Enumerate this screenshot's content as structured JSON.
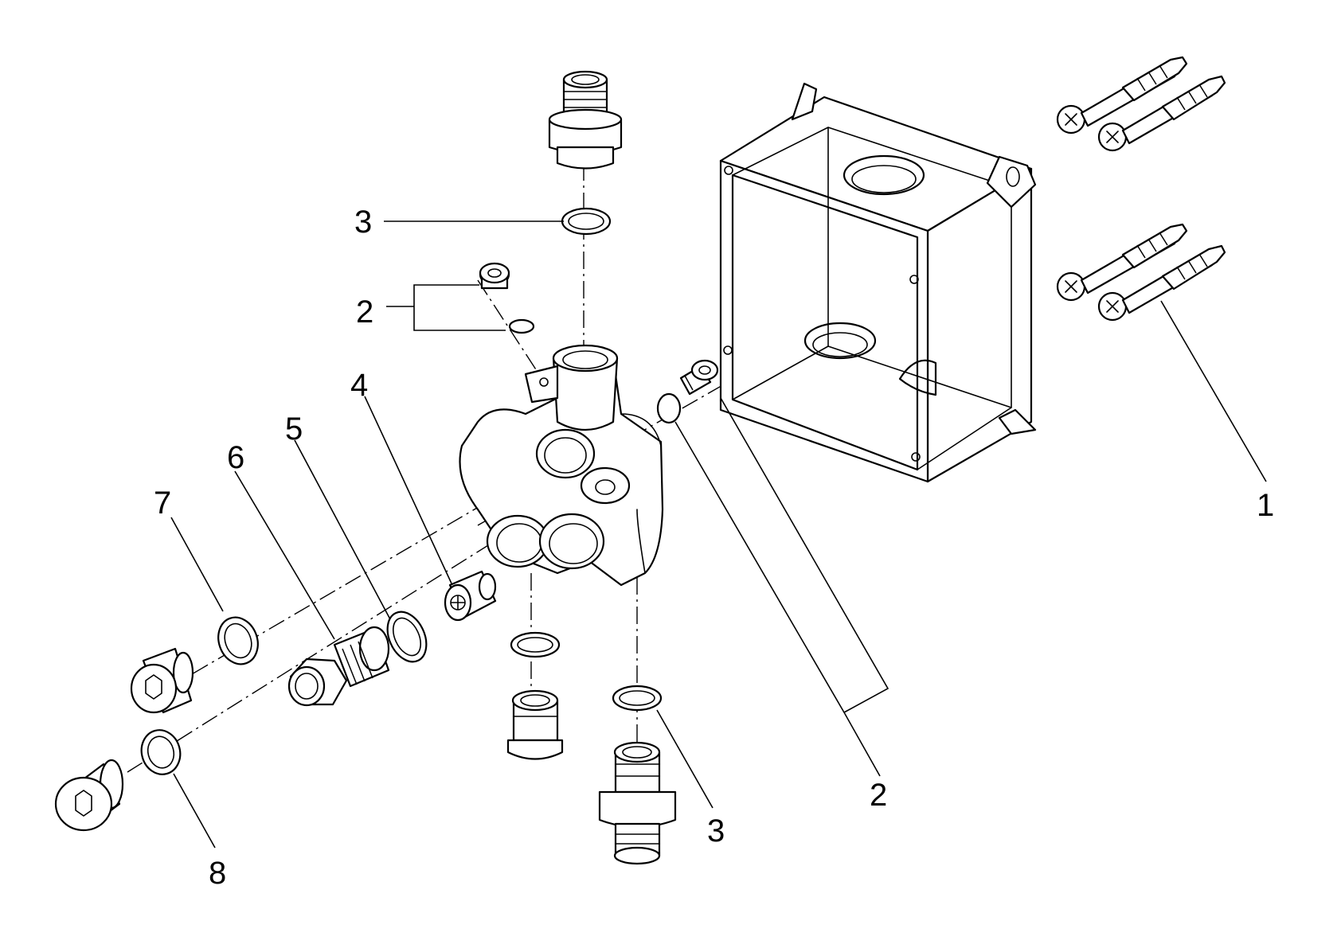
{
  "callouts": [
    {
      "id": "c1",
      "label": "1"
    },
    {
      "id": "c2-top",
      "label": "2"
    },
    {
      "id": "c2-bottom",
      "label": "2"
    },
    {
      "id": "c3-top",
      "label": "3"
    },
    {
      "id": "c3-bottom",
      "label": "3"
    },
    {
      "id": "c4",
      "label": "4"
    },
    {
      "id": "c5",
      "label": "5"
    },
    {
      "id": "c6",
      "label": "6"
    },
    {
      "id": "c7",
      "label": "7"
    },
    {
      "id": "c8",
      "label": "8"
    }
  ]
}
